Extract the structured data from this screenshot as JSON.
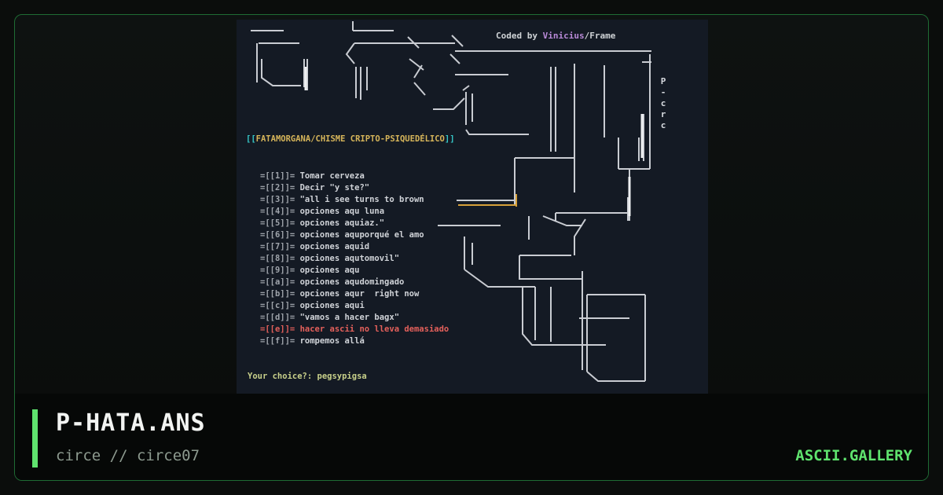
{
  "artwork": {
    "credit_prefix": "Coded by ",
    "credit_name": "Vinicius",
    "credit_suffix": "/Frame",
    "vertical_title": [
      "P",
      "-",
      "c",
      "r",
      "c"
    ],
    "header_open": "[[",
    "header_text": "FATAMORGANA/CHISME CRIPTO-PSIQUEDÉLICO",
    "header_close": "]]",
    "menu": [
      {
        "key": "=[[1]]=",
        "text": " Tomar cerveza",
        "highlight": false
      },
      {
        "key": "=[[2]]=",
        "text": " Decir \"y ste?\"",
        "highlight": false
      },
      {
        "key": "=[[3]]=",
        "text": " \"all i see turns to brown",
        "highlight": false
      },
      {
        "key": "=[[4]]=",
        "text": " opciones aqu luna",
        "highlight": false
      },
      {
        "key": "=[[5]]=",
        "text": " opciones aquiaz.\"",
        "highlight": false
      },
      {
        "key": "=[[6]]=",
        "text": " opciones aquporqué el amo",
        "highlight": false
      },
      {
        "key": "=[[7]]=",
        "text": " opciones aquid",
        "highlight": false
      },
      {
        "key": "=[[8]]=",
        "text": " opciones aqutomovil\"",
        "highlight": false
      },
      {
        "key": "=[[9]]=",
        "text": " opciones aqu",
        "highlight": false
      },
      {
        "key": "=[[a]]=",
        "text": " opciones aqudomingado",
        "highlight": false
      },
      {
        "key": "=[[b]]=",
        "text": " opciones aqur  right now",
        "highlight": false
      },
      {
        "key": "=[[c]]=",
        "text": " opciones aqui",
        "highlight": false
      },
      {
        "key": "=[[d]]=",
        "text": " \"vamos a hacer bagx\"",
        "highlight": false
      },
      {
        "key": "=[[e]]=",
        "text": " hacer ascii no lleva demasiado",
        "highlight": true
      },
      {
        "key": "=[[f]]=",
        "text": " rompemos allá",
        "highlight": false
      }
    ],
    "prompt": "Your choice?: pegsypigsa"
  },
  "footer": {
    "title": "P-HATA.ANS",
    "subtitle": "circe // circe07",
    "brand": "ASCII.GALLERY"
  },
  "colors": {
    "accent": "#5fe36e",
    "border": "#1f6b34",
    "art_bg": "#141a24",
    "highlight": "#e4605b"
  }
}
